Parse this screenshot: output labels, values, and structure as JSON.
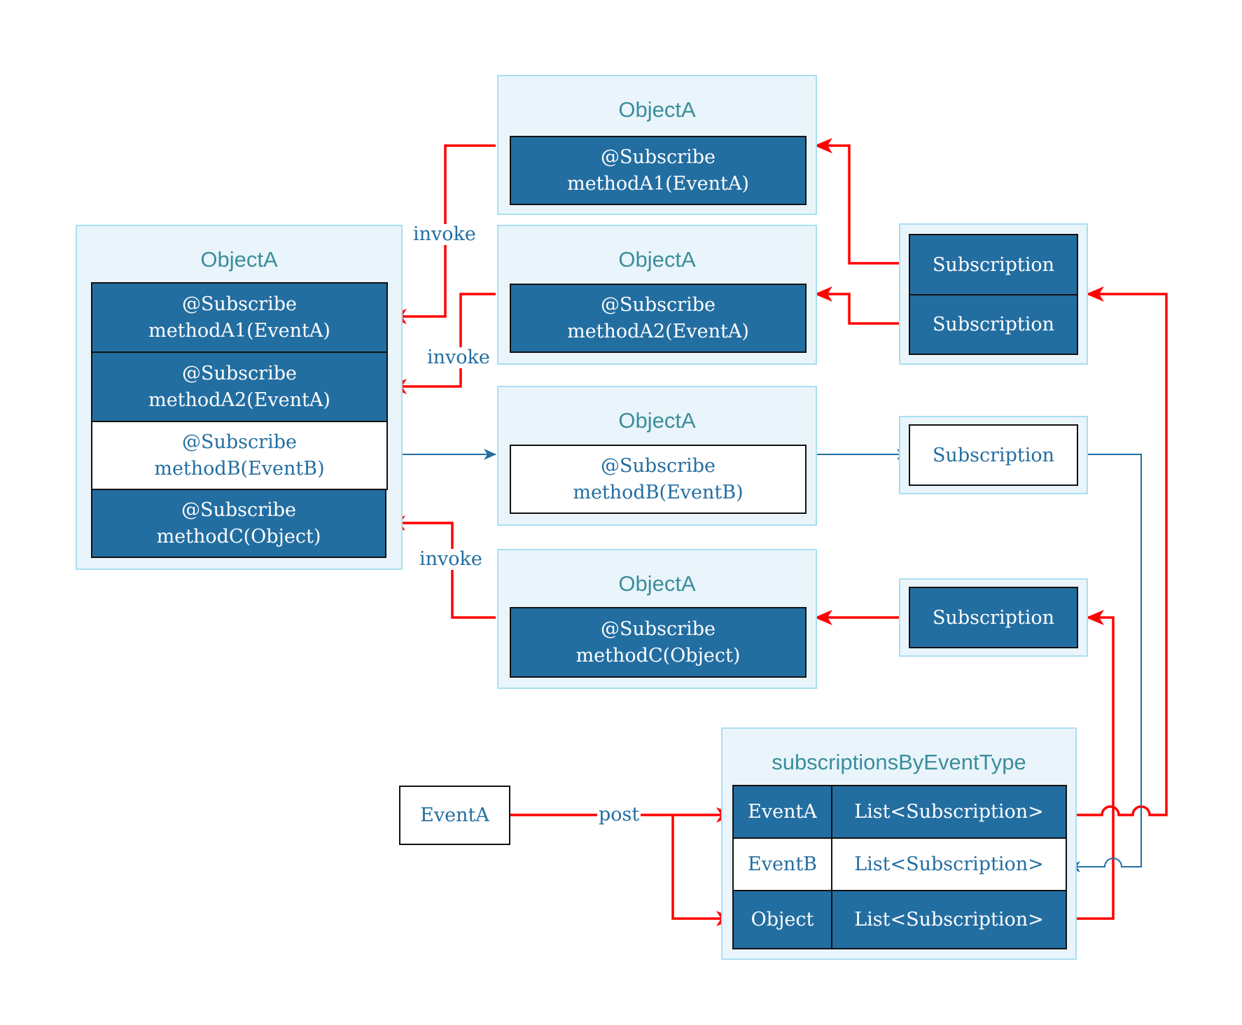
{
  "container_title": "ObjectA",
  "subscribe_annotation": "@Subscribe",
  "left_object": {
    "title": "ObjectA",
    "methods": [
      {
        "annotation": "@Subscribe",
        "signature": "methodA1(EventA)"
      },
      {
        "annotation": "@Subscribe",
        "signature": "methodA2(EventA)"
      },
      {
        "annotation": "@Subscribe",
        "signature": "methodB(EventB)"
      },
      {
        "annotation": "@Subscribe",
        "signature": "methodC(Object)"
      }
    ]
  },
  "center_objects": [
    {
      "title": "ObjectA",
      "annotation": "@Subscribe",
      "signature": "methodA1(EventA)"
    },
    {
      "title": "ObjectA",
      "annotation": "@Subscribe",
      "signature": "methodA2(EventA)"
    },
    {
      "title": "ObjectA",
      "annotation": "@Subscribe",
      "signature": "methodB(EventB)"
    },
    {
      "title": "ObjectA",
      "annotation": "@Subscribe",
      "signature": "methodC(Object)"
    }
  ],
  "subscriptions": {
    "group1": [
      "Subscription",
      "Subscription"
    ],
    "group2": [
      "Subscription"
    ],
    "group3": [
      "Subscription"
    ]
  },
  "map": {
    "title": "subscriptionsByEventType",
    "rows": [
      {
        "key": "EventA",
        "value": "List<Subscription>"
      },
      {
        "key": "EventB",
        "value": "List<Subscription>"
      },
      {
        "key": "Object",
        "value": "List<Subscription>"
      }
    ]
  },
  "event_box": "EventA",
  "labels": {
    "invoke_1": "invoke",
    "invoke_2": "invoke",
    "invoke_3": "invoke",
    "post": "post"
  },
  "colors": {
    "dark_box": "#236ea1",
    "container_fill": "#e9f5fb",
    "container_border": "#a9dff0",
    "title_text": "#3b8d9c",
    "active_arrow": "#ff0000",
    "inactive_arrow": "#236ea1"
  }
}
